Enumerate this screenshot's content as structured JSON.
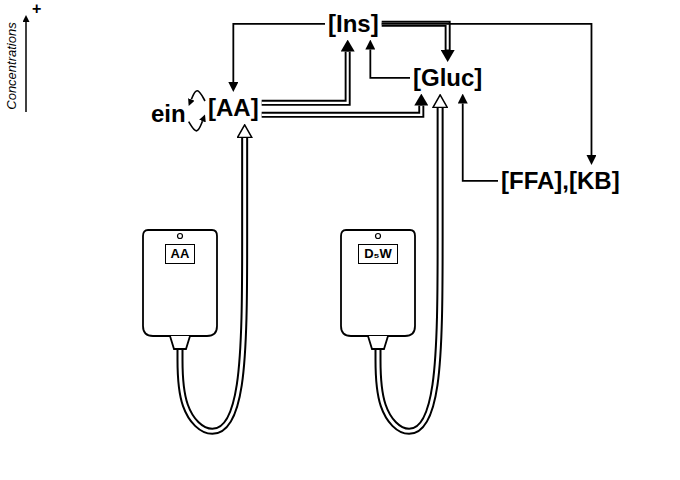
{
  "diagram": {
    "nodes": [
      {
        "text": [
          "[Ins]"
        ]
      },
      {
        "text": [
          "[Gluc]"
        ]
      },
      {
        "text": [
          "ein"
        ]
      },
      {
        "text": [
          "[AA]"
        ]
      },
      {
        "text": [
          "[FFA],[KB]"
        ]
      },
      {
        "text": [
          "AA"
        ]
      },
      {
        "text": [
          "D₅W"
        ]
      }
    ],
    "edges": [
      {
        "from": 0,
        "to": 3,
        "arrow": "to"
      },
      {
        "from": 0,
        "to": 1,
        "arrow": "to"
      },
      {
        "from": 0,
        "to": 4,
        "arrow": "to"
      },
      {
        "from": 1,
        "to": 0,
        "arrow": "to"
      },
      {
        "from": 3,
        "to": 0,
        "arrow": "to"
      },
      {
        "from": 3,
        "to": 1,
        "arrow": "to"
      },
      {
        "from": 4,
        "to": 1,
        "arrow": "to"
      },
      {
        "from": 3,
        "to": 2,
        "arrow": "to"
      },
      {
        "from": 2,
        "to": 3,
        "arrow": "to"
      },
      {
        "from": 5,
        "to": 3,
        "arrow": "to"
      },
      {
        "from": 6,
        "to": 1,
        "arrow": "to"
      }
    ],
    "labels": [
      "Concentrations",
      "+"
    ]
  }
}
